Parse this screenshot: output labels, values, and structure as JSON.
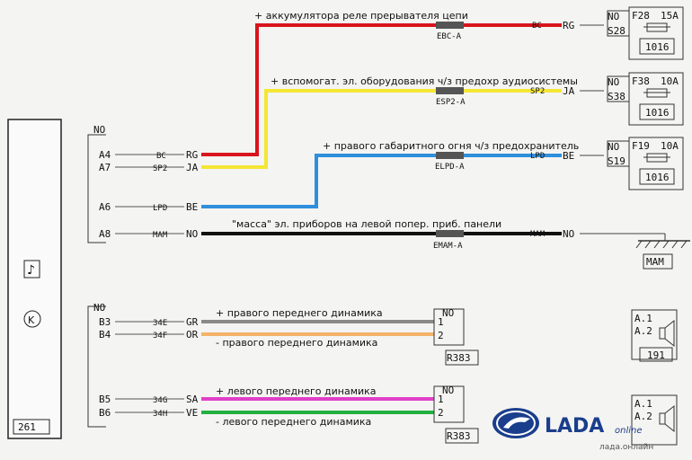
{
  "labels": {
    "red": "+ аккумулятора реле прерывателя цепи",
    "yellow": "+ вспомогат. эл. оборудования ч/з предохр аудиосистемы",
    "blue": "+ правого габаритного огня ч/з предохранитель",
    "black": "\"масса\" эл. приборов на левой попер. приб. панели",
    "grey": "+ правого переднего динамика",
    "orange": "- правого переднего динамика",
    "pink": "+ левого переднего динамика",
    "green": "- левого переднего динамика"
  },
  "unit": {
    "code": "261",
    "note_icon": "music-note-icon",
    "k_icon": "circle-k-icon"
  },
  "connector_top": {
    "no": "NO",
    "pins": [
      {
        "pin": "A4",
        "wire": "BC",
        "color_code": "RG"
      },
      {
        "pin": "A7",
        "wire": "SP2",
        "color_code": "JA"
      },
      {
        "pin": "A6",
        "wire": "LPD",
        "color_code": "BE"
      },
      {
        "pin": "A8",
        "wire": "MAM",
        "color_code": "NO"
      }
    ]
  },
  "connector_bottom": {
    "no": "NO",
    "pins": [
      {
        "pin": "B3",
        "wire": "34E",
        "color_code": "GR"
      },
      {
        "pin": "B4",
        "wire": "34F",
        "color_code": "OR"
      },
      {
        "pin": "B5",
        "wire": "34G",
        "color_code": "SA"
      },
      {
        "pin": "B6",
        "wire": "34H",
        "color_code": "VE"
      }
    ]
  },
  "splices": {
    "red": "EBC-A",
    "yellow": "ESP2-A",
    "blue": "ELPD-A",
    "black": "EMAM-A"
  },
  "right_wires": {
    "red": {
      "wire": "BC",
      "color_code": "RG"
    },
    "yellow": {
      "wire": "SP2",
      "color_code": "JA"
    },
    "blue": {
      "wire": "LPD",
      "color_code": "BE"
    },
    "black": {
      "wire": "MAM",
      "color_code": "NO"
    }
  },
  "fuses": [
    {
      "no": "NO",
      "fuse": "F28",
      "amps": "15A",
      "slot": "S28",
      "block": "1016"
    },
    {
      "no": "NO",
      "fuse": "F38",
      "amps": "10A",
      "slot": "S38",
      "block": "1016"
    },
    {
      "no": "NO",
      "fuse": "F19",
      "amps": "10A",
      "slot": "S19",
      "block": "1016"
    }
  ],
  "ground": {
    "label": "MAM"
  },
  "speaker_connectors": [
    {
      "no": "NO",
      "pin1": "1",
      "pin2": "2",
      "ref": "R383"
    },
    {
      "no": "NO",
      "pin1": "1",
      "pin2": "2",
      "ref": "R383"
    }
  ],
  "speakers": [
    {
      "a1": "A.1",
      "a2": "A.2",
      "ref": "191"
    },
    {
      "a1": "A.1",
      "a2": "A.2"
    }
  ],
  "logo": {
    "brand": "LADA",
    "suffix": "online",
    "url": "лада.онлайн"
  },
  "colors": {
    "red": "#d8141c",
    "yellow": "#f4e634",
    "blue": "#2f8fdc",
    "black": "#111111",
    "grey": "#8a8a8a",
    "orange": "#f4b26a",
    "pink": "#e23fc8",
    "green": "#21b13f"
  }
}
